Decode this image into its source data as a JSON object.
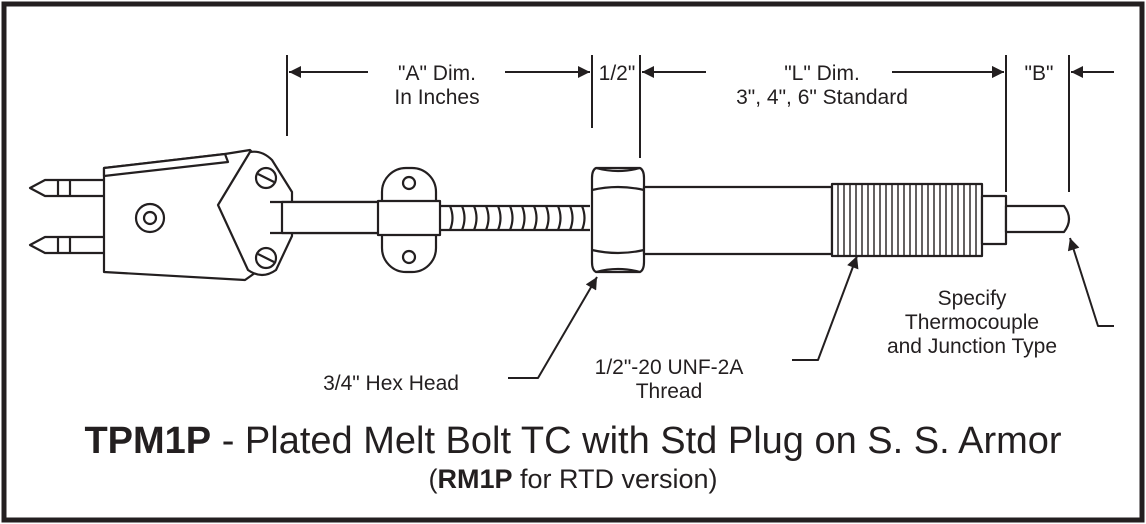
{
  "dimensions": {
    "a": [
      "\"A\" Dim.",
      "In Inches"
    ],
    "half": "1/2\"",
    "l": [
      "\"L\" Dim.",
      "3\", 4\", 6\" Standard"
    ],
    "b": "\"B\""
  },
  "callouts": {
    "hex_head": "3/4\" Hex Head",
    "thread": [
      "1/2\"-20 UNF-2A",
      "Thread"
    ],
    "specify": [
      "Specify",
      "Thermocouple",
      "and Junction Type"
    ]
  },
  "title": {
    "model": "TPM1P",
    "description": " - Plated Melt Bolt TC with Std Plug on S. S. Armor"
  },
  "subtitle": {
    "open": "(",
    "model": "RM1P",
    "rest": " for RTD version)"
  },
  "colors": {
    "ink": "#231f20",
    "fill": "#ffffff"
  }
}
